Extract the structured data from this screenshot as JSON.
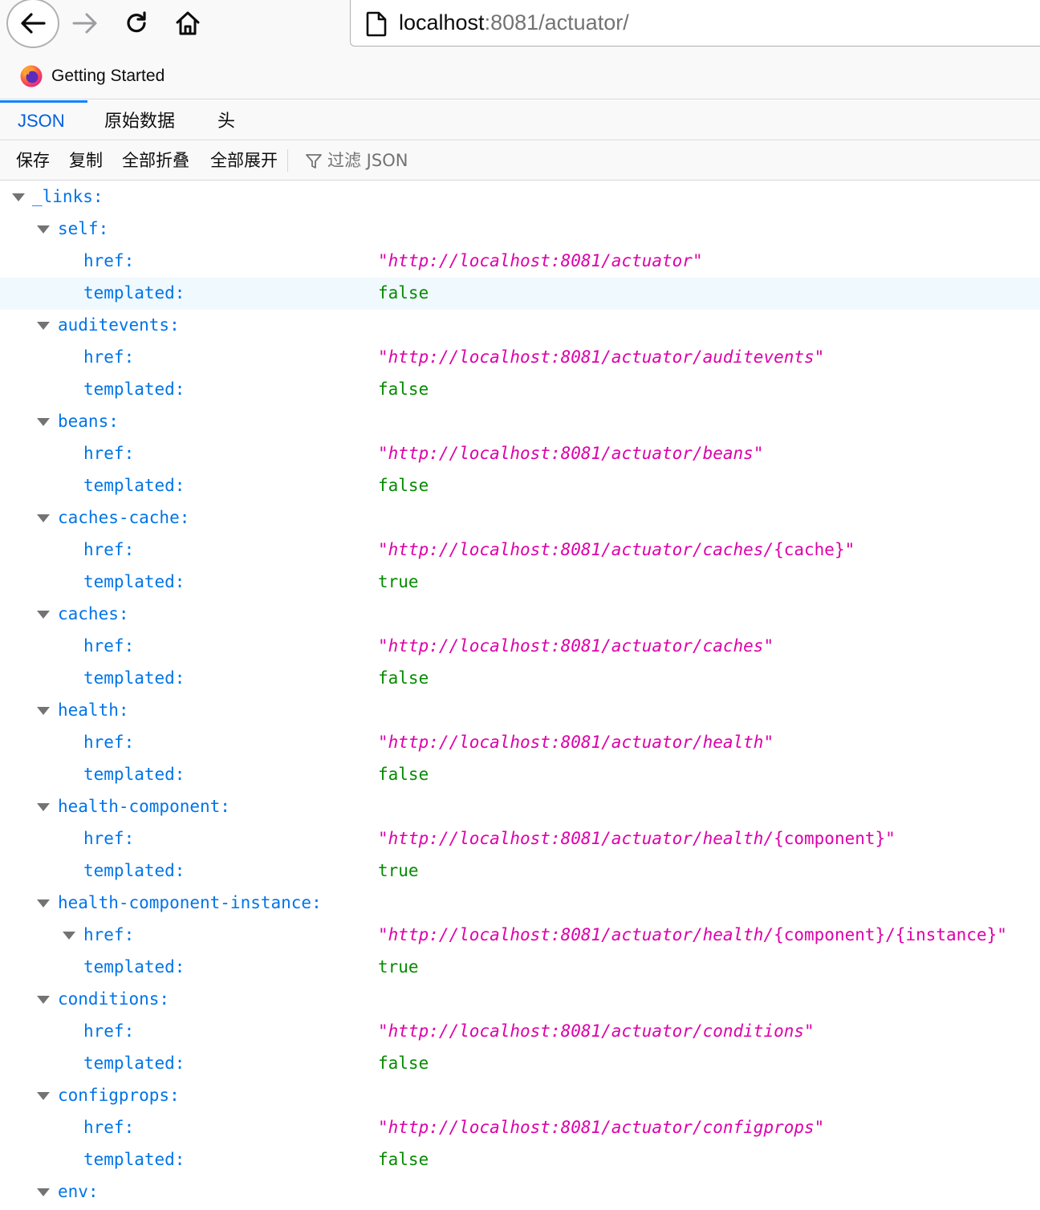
{
  "browser": {
    "url_host": "localhost",
    "url_path": ":8081/actuator/",
    "bookmark_label": "Getting Started"
  },
  "viewer": {
    "tabs": [
      {
        "label": "JSON"
      },
      {
        "label": "原始数据"
      },
      {
        "label": "头"
      }
    ],
    "toolbar": {
      "save": "保存",
      "copy": "复制",
      "collapse_all": "全部折叠",
      "expand_all": "全部展开",
      "filter_placeholder": "过滤 JSON"
    }
  },
  "tree": {
    "root_key": "_links:",
    "href_key": "href:",
    "templated_key": "templated:",
    "entries": [
      {
        "key": "self:",
        "href": "http://localhost:8081/actuator",
        "templated": "false"
      },
      {
        "key": "auditevents:",
        "href": "http://localhost:8081/actuator/auditevents",
        "templated": "false"
      },
      {
        "key": "beans:",
        "href": "http://localhost:8081/actuator/beans",
        "templated": "false"
      },
      {
        "key": "caches-cache:",
        "href": "http://localhost:8081/actuator/caches/",
        "href_tpl": "{cache}",
        "templated": "true"
      },
      {
        "key": "caches:",
        "href": "http://localhost:8081/actuator/caches",
        "templated": "false"
      },
      {
        "key": "health:",
        "href": "http://localhost:8081/actuator/health",
        "templated": "false"
      },
      {
        "key": "health-component:",
        "href": "http://localhost:8081/actuator/health/",
        "href_tpl": "{component}",
        "templated": "true"
      },
      {
        "key": "health-component-instance:",
        "href": "http://localhost:8081/actuator/health/",
        "href_tpl": "{component}/{instance}",
        "templated": "true"
      },
      {
        "key": "conditions:",
        "href": "http://localhost:8081/actuator/conditions",
        "templated": "false"
      },
      {
        "key": "configprops:",
        "href": "http://localhost:8081/actuator/configprops",
        "templated": "false"
      }
    ],
    "last_key": "env:"
  }
}
